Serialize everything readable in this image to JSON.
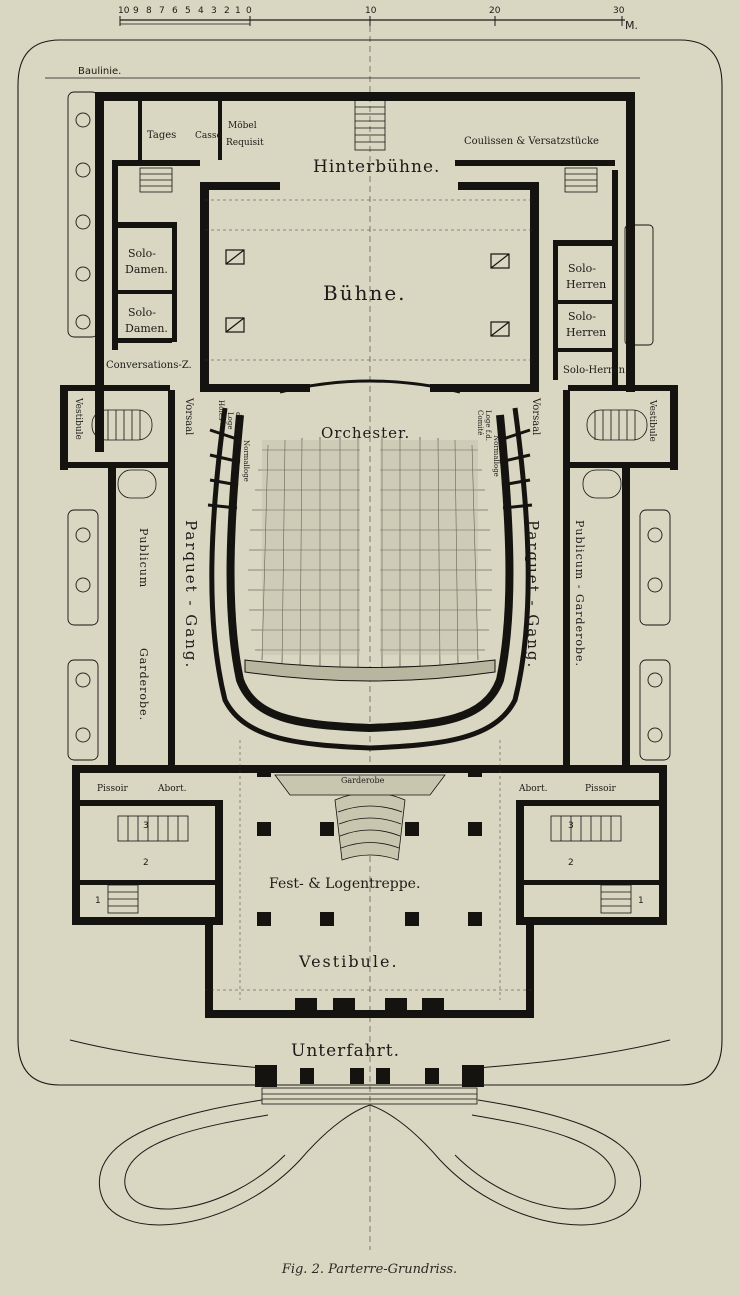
{
  "scale": {
    "ticks_left": [
      "10",
      "9",
      "8",
      "7",
      "6",
      "5",
      "4",
      "3",
      "2",
      "1",
      "0"
    ],
    "ticks_right": [
      "10",
      "20",
      "30"
    ],
    "unit": "M."
  },
  "baulinie": "Baulinie.",
  "rooms": {
    "tages": "Tages",
    "casse": "Casse",
    "moebel": "Möbel",
    "requisit": "Requisit",
    "hinterbuehne": "Hinterbühne.",
    "coulissen": "Coulissen & Versatzstücke",
    "buehne": "Bühne.",
    "solo_damen_1": [
      "Solo-",
      "Damen."
    ],
    "solo_damen_2": [
      "Solo-",
      "Damen."
    ],
    "solo_herren_1": [
      "Solo-",
      "Herren"
    ],
    "solo_herren_2": [
      "Solo-",
      "Herren"
    ],
    "solo_herren_3": "Solo-Herren",
    "conversation": "Conversations-Z.",
    "vestibule_l": "Vestibule",
    "vestibule_r": "Vestibule",
    "vorsaal_l": "Vorsaal",
    "vorsaal_r": "Vorsaal",
    "loge_l": [
      "Loge",
      "d.Kaiserl.",
      "Hofes"
    ],
    "normalloge_l": "Normalloge",
    "loge_r": [
      "Loge f.d.",
      "Comité"
    ],
    "normalloge_r": "Normalloge",
    "orchester": "Orchester.",
    "parquet_gang_l": "Parquet - Gang.",
    "parquet_gang_r": "Parquet - Gang.",
    "publicum_l": "Publicum",
    "garderobe_l": "Garderobe.",
    "publicum_garderobe_r": "Publicum - Garderobe.",
    "pissoir_l": "Pissoir",
    "abort_l": "Abort.",
    "abort_r": "Abort.",
    "pissoir_r": "Pissoir",
    "garderobe_c": "Garderobe",
    "logentreppe": "Fest- & Logentreppe.",
    "vestibule_main": "Vestibule.",
    "unterfahrt": "Unterfahrt."
  },
  "stair_numbers": {
    "l1": "1",
    "l2": "2",
    "l3": "3",
    "r1": "1",
    "r2": "2",
    "r3": "3"
  },
  "caption": "Fig. 2. Parterre-Grundriss."
}
